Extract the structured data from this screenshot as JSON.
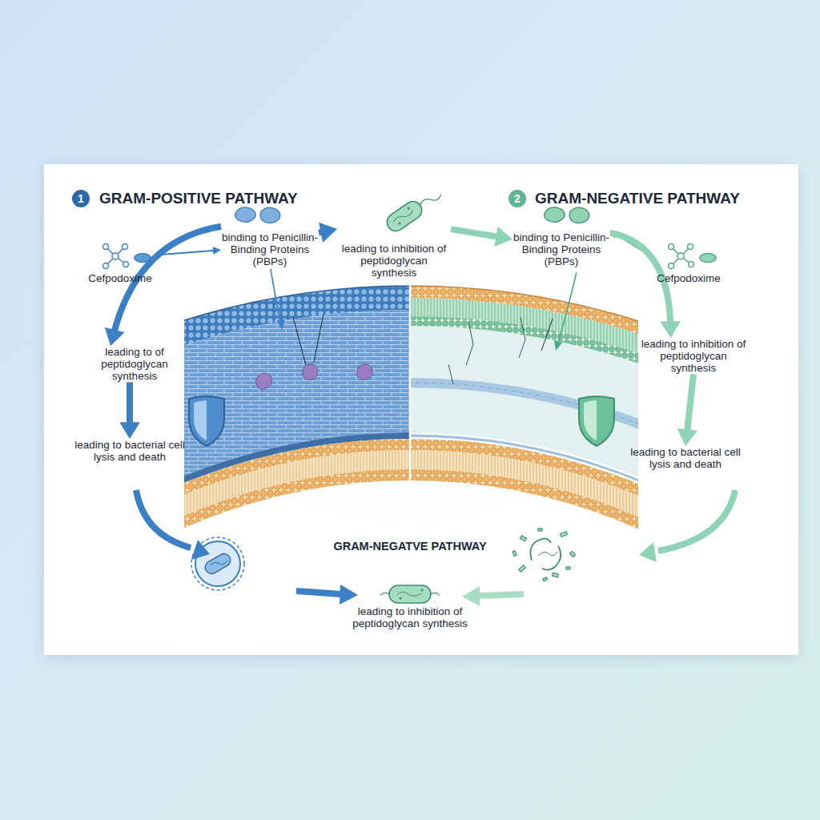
{
  "diagram": {
    "nodes": [
      {
        "text": [
          "binding to Penicillin-Binding Proteins (PBPs)"
        ]
      },
      {
        "text": [
          "leading to inhibition of peptidoglycan synthesis"
        ]
      },
      {
        "text": [
          "binding to Penicillin-Binding Proteins (PBPs)"
        ]
      },
      {
        "text": [
          "Cefpodoxime"
        ]
      },
      {
        "text": [
          "Cefpodoxime"
        ]
      },
      {
        "text": [
          "leading to of peptidoglycan synthesis"
        ]
      },
      {
        "text": [
          "leading to inhibition of peptidoglycan synthesis"
        ]
      },
      {
        "text": [
          "leading to bacterial cell lysis and death"
        ]
      },
      {
        "text": [
          "leading to bacterial cell lysis and death"
        ]
      },
      {
        "text": [
          "leading to inhibition of peptidoglycan synthesis"
        ]
      }
    ],
    "edges": [
      {
        "from": 3,
        "to": 0,
        "arrow": "to"
      },
      {
        "from": 0,
        "to": 1,
        "arrow": "to"
      },
      {
        "from": 1,
        "to": 2,
        "arrow": "to"
      },
      {
        "from": 4,
        "to": 2,
        "arrow": "to"
      },
      {
        "from": 0,
        "to": 5,
        "arrow": "to"
      },
      {
        "from": 5,
        "to": 7,
        "arrow": "to"
      },
      {
        "from": 2,
        "to": 6,
        "arrow": "to"
      },
      {
        "from": 6,
        "to": 8,
        "arrow": "to"
      }
    ],
    "labels": [
      "1",
      "GRAM-POSITIVE PATHWAY",
      "2",
      "GRAM-NEGATIVE PATHWAY",
      "GRAM-NEGATVE PATHWAY"
    ]
  }
}
